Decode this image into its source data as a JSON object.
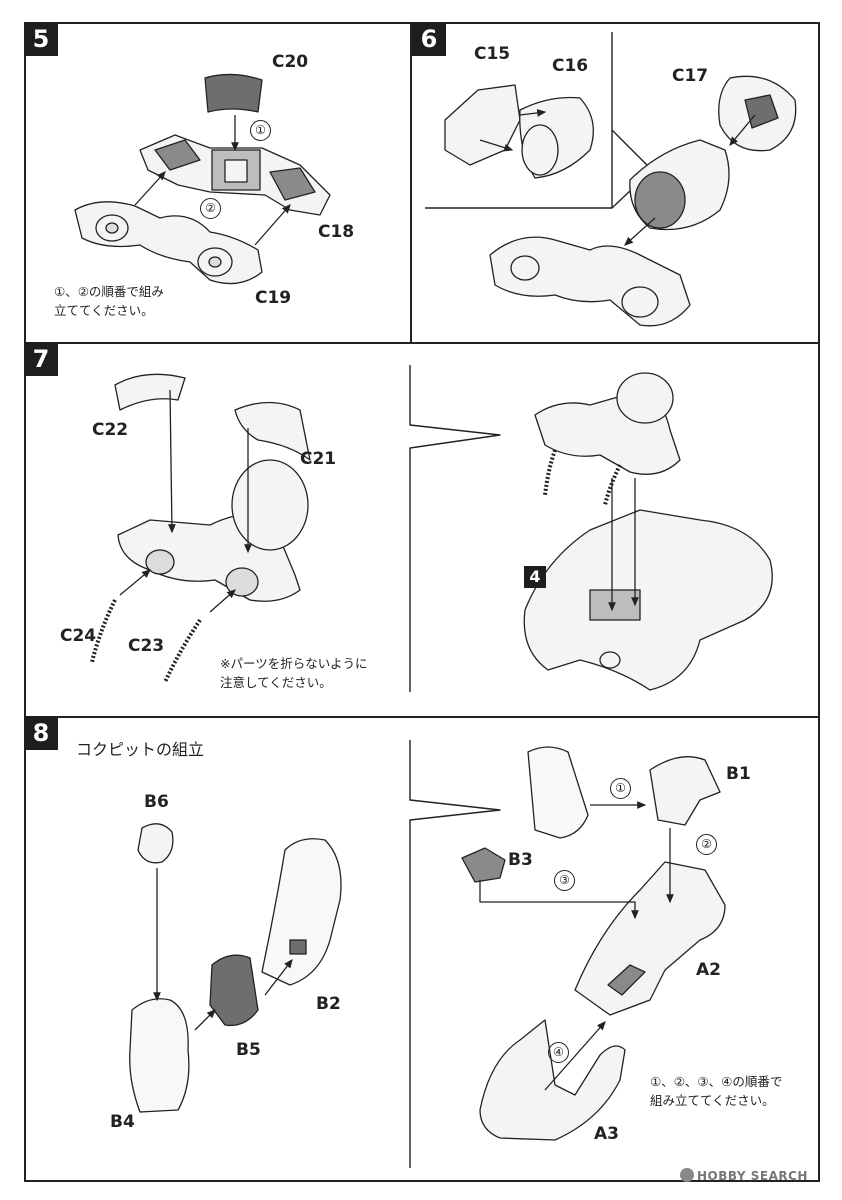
{
  "steps": [
    {
      "num": "5",
      "parts": [
        "C20",
        "C18",
        "C19"
      ],
      "note": [
        "①、②の順番で組み",
        "立ててください。"
      ]
    },
    {
      "num": "6",
      "parts": [
        "C15",
        "C16",
        "C17"
      ]
    },
    {
      "num": "7",
      "parts": [
        "C22",
        "C21",
        "C24",
        "C23"
      ],
      "note": [
        "※パーツを折らないように",
        "注意してください。"
      ],
      "ref_step": "4"
    },
    {
      "num": "8",
      "title": "コクピットの組立",
      "parts": [
        "B6",
        "B5",
        "B4",
        "B2",
        "B1",
        "B3",
        "A2",
        "A3"
      ],
      "note": [
        "①、②、③、④の順番で",
        "組み立ててください。"
      ]
    }
  ],
  "order_marks": {
    "step5": [
      "①",
      "②"
    ],
    "step8": [
      "①",
      "②",
      "③",
      "④"
    ]
  },
  "watermark": {
    "text": "HOBBY SEARCH",
    "icon": "hobby-search-logo-icon"
  },
  "colors": {
    "line": "#222222",
    "part_fill": "#f4f4f4",
    "part_dark": "#6e6e6e",
    "badge": "#1e1e1e"
  }
}
